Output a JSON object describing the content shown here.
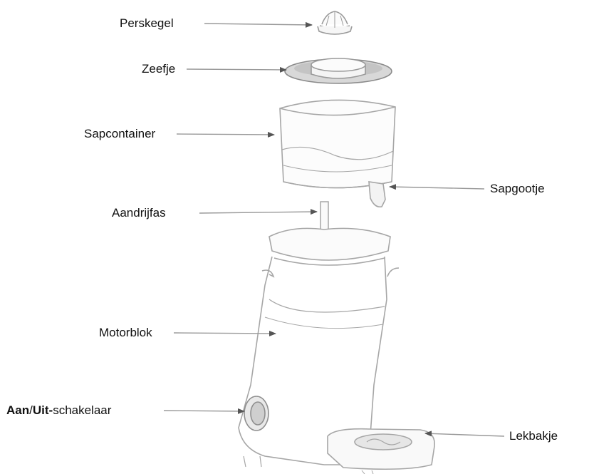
{
  "labels": {
    "perskegel": "Perskegel",
    "zeefje": "Zeefje",
    "sapcontainer": "Sapcontainer",
    "sapgootje": "Sapgootje",
    "aandrijfas": "Aandrijfas",
    "motorblok": "Motorblok",
    "aan": "Aan",
    "slash": "/",
    "uit": "Uit-",
    "schakelaar": "schakelaar",
    "lekbakje": "Lekbakje"
  },
  "colors": {
    "line": "#9a9a9a",
    "arrow": "#555555",
    "part": "#b9b9b9",
    "text": "#111111"
  }
}
